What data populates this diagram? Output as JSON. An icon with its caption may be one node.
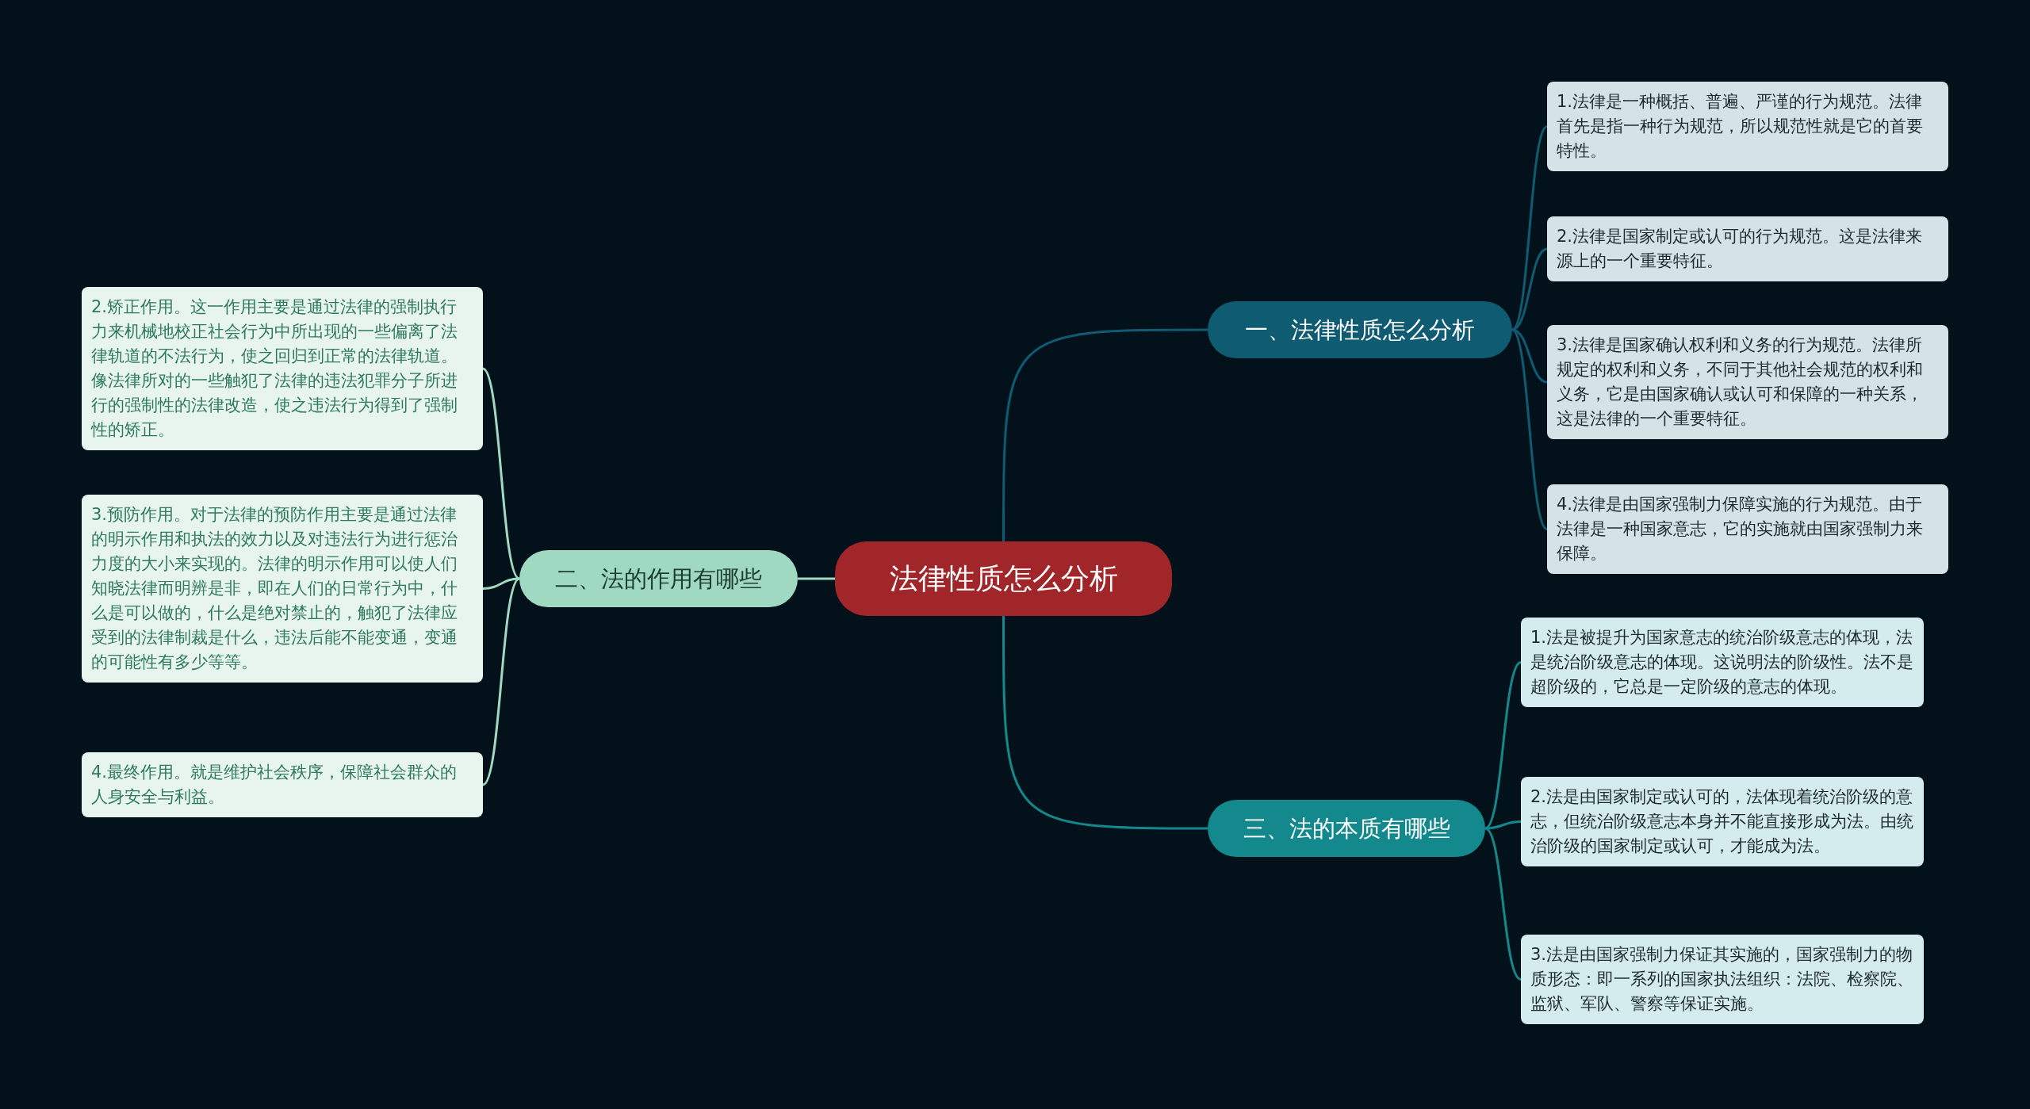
{
  "diagram": {
    "nodes": [
      {
        "text": [
          "法律性质怎么分析"
        ]
      },
      {
        "text": [
          "一、法律性质怎么分析"
        ]
      },
      {
        "text": [
          "1.法律是一种概括、普遍、严谨的行为规范。法律首先是指一种行为规范，所以规范性就是它的首要特性。"
        ]
      },
      {
        "text": [
          "2.法律是国家制定或认可的行为规范。这是法律来源上的一个重要特征。"
        ]
      },
      {
        "text": [
          "3.法律是国家确认权利和义务的行为规范。法律所规定的权利和义务，不同于其他社会规范的权利和义务，它是由国家确认或认可和保障的一种关系，这是法律的一个重要特征。"
        ]
      },
      {
        "text": [
          "4.法律是由国家强制力保障实施的行为规范。由于法律是一种国家意志，它的实施就由国家强制力来保障。"
        ]
      },
      {
        "text": [
          "二、法的作用有哪些"
        ]
      },
      {
        "text": [
          "2.矫正作用。这一作用主要是通过法律的强制执行力来机械地校正社会行为中所出现的一些偏离了法律轨道的不法行为，使之回归到正常的法律轨道。像法律所对的一些触犯了法律的违法犯罪分子所进行的强制性的法律改造，使之违法行为得到了强制性的矫正。"
        ]
      },
      {
        "text": [
          "3.预防作用。对于法律的预防作用主要是通过法律的明示作用和执法的效力以及对违法行为进行惩治力度的大小来实现的。法律的明示作用可以使人们知晓法律而明辨是非，即在人们的日常行为中，什么是可以做的，什么是绝对禁止的，触犯了法律应受到的法律制裁是什么，违法后能不能变通，变通的可能性有多少等等。"
        ]
      },
      {
        "text": [
          "4.最终作用。就是维护社会秩序，保障社会群众的人身安全与利益。"
        ]
      },
      {
        "text": [
          "三、法的本质有哪些"
        ]
      },
      {
        "text": [
          "1.法是被提升为国家意志的统治阶级意志的体现，法是统治阶级意志的体现。这说明法的阶级性。法不是超阶级的，它总是一定阶级的意志的体现。"
        ]
      },
      {
        "text": [
          "2.法是由国家制定或认可的，法体现着统治阶级的意志，但统治阶级意志本身并不能直接形成为法。由统治阶级的国家制定或认可，才能成为法。"
        ]
      },
      {
        "text": [
          "3.法是由国家强制力保证其实施的，国家强制力的物质形态：即一系列的国家执法组织：法院、检察院、监狱、军队、警察等保证实施。"
        ]
      }
    ],
    "edges": [
      {
        "from": 0,
        "to": 1,
        "arrow": "none",
        "color": "#0f5b72"
      },
      {
        "from": 1,
        "to": 2,
        "arrow": "none",
        "color": "#0f5b72"
      },
      {
        "from": 1,
        "to": 3,
        "arrow": "none",
        "color": "#0f5b72"
      },
      {
        "from": 1,
        "to": 4,
        "arrow": "none",
        "color": "#0f5b72"
      },
      {
        "from": 1,
        "to": 5,
        "arrow": "none",
        "color": "#0f5b72"
      },
      {
        "from": 0,
        "to": 6,
        "arrow": "none",
        "color": "#9fd9c1"
      },
      {
        "from": 6,
        "to": 7,
        "arrow": "none",
        "color": "#9fd9c1"
      },
      {
        "from": 6,
        "to": 8,
        "arrow": "none",
        "color": "#9fd9c1"
      },
      {
        "from": 6,
        "to": 9,
        "arrow": "none",
        "color": "#9fd9c1"
      },
      {
        "from": 0,
        "to": 10,
        "arrow": "none",
        "color": "#14898d"
      },
      {
        "from": 10,
        "to": 11,
        "arrow": "none",
        "color": "#14898d"
      },
      {
        "from": 10,
        "to": 12,
        "arrow": "none",
        "color": "#14898d"
      },
      {
        "from": 10,
        "to": 13,
        "arrow": "none",
        "color": "#14898d"
      }
    ]
  }
}
